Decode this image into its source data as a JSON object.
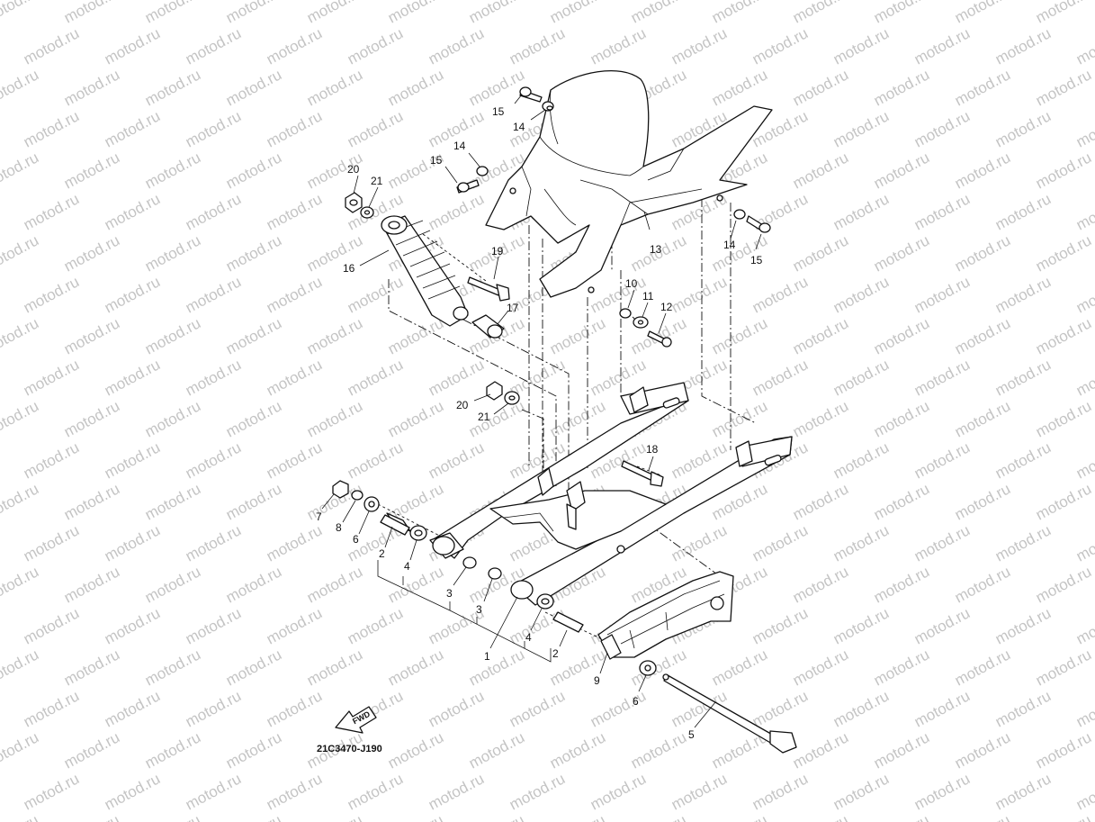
{
  "watermark": {
    "text": "motod.ru",
    "color": "#c4c4c4"
  },
  "diagram_code": "21C3470-J190",
  "fwd_label": "FWD",
  "parts": [
    {
      "id": "p1",
      "label": "1"
    },
    {
      "id": "p2a",
      "label": "2"
    },
    {
      "id": "p2b",
      "label": "2"
    },
    {
      "id": "p3a",
      "label": "3"
    },
    {
      "id": "p3b",
      "label": "3"
    },
    {
      "id": "p4a",
      "label": "4"
    },
    {
      "id": "p4b",
      "label": "4"
    },
    {
      "id": "p5",
      "label": "5"
    },
    {
      "id": "p6a",
      "label": "6"
    },
    {
      "id": "p6b",
      "label": "6"
    },
    {
      "id": "p7",
      "label": "7"
    },
    {
      "id": "p8",
      "label": "8"
    },
    {
      "id": "p9",
      "label": "9"
    },
    {
      "id": "p10",
      "label": "10"
    },
    {
      "id": "p11",
      "label": "11"
    },
    {
      "id": "p12",
      "label": "12"
    },
    {
      "id": "p13",
      "label": "13"
    },
    {
      "id": "p14a",
      "label": "14"
    },
    {
      "id": "p14b",
      "label": "14"
    },
    {
      "id": "p14c",
      "label": "14"
    },
    {
      "id": "p15a",
      "label": "15"
    },
    {
      "id": "p15b",
      "label": "15"
    },
    {
      "id": "p15c",
      "label": "15"
    },
    {
      "id": "p16",
      "label": "16"
    },
    {
      "id": "p17",
      "label": "17"
    },
    {
      "id": "p18",
      "label": "18"
    },
    {
      "id": "p19",
      "label": "19"
    },
    {
      "id": "p20a",
      "label": "20"
    },
    {
      "id": "p20b",
      "label": "20"
    },
    {
      "id": "p21a",
      "label": "21"
    },
    {
      "id": "p21b",
      "label": "21"
    }
  ]
}
